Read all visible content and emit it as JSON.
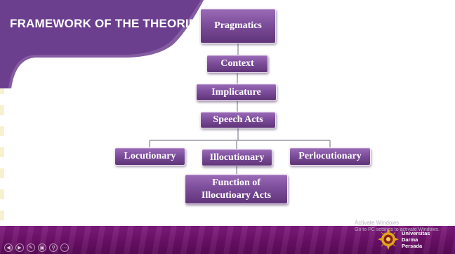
{
  "slide": {
    "title": "FRAMEWORK OF THE THEORIES"
  },
  "diagram": {
    "nodes": {
      "pragmatics": "Pragmatics",
      "context": "Context",
      "implicature": "Implicature",
      "speech_acts": "Speech Acts",
      "locutionary": "Locutionary",
      "illocutionary": "Illocutionary",
      "perlocutionary": "Perlocutionary",
      "function_line1": "Function of",
      "function_line2": "Illocutioary Acts"
    }
  },
  "watermark": {
    "line1": "Activate Windows",
    "line2": "Go to PC settings to activate Windows."
  },
  "footer": {
    "university_line1": "Universitas",
    "university_line2": "Darma",
    "university_line3": "Persada"
  },
  "colors": {
    "banner": "#6c3f8e",
    "node": "#7d4e9b",
    "footer": "#6c1068",
    "logo": "#e0a81a"
  },
  "controls": [
    "previous-icon",
    "next-icon",
    "pen-icon",
    "slides-icon",
    "zoom-icon",
    "more-icon"
  ]
}
